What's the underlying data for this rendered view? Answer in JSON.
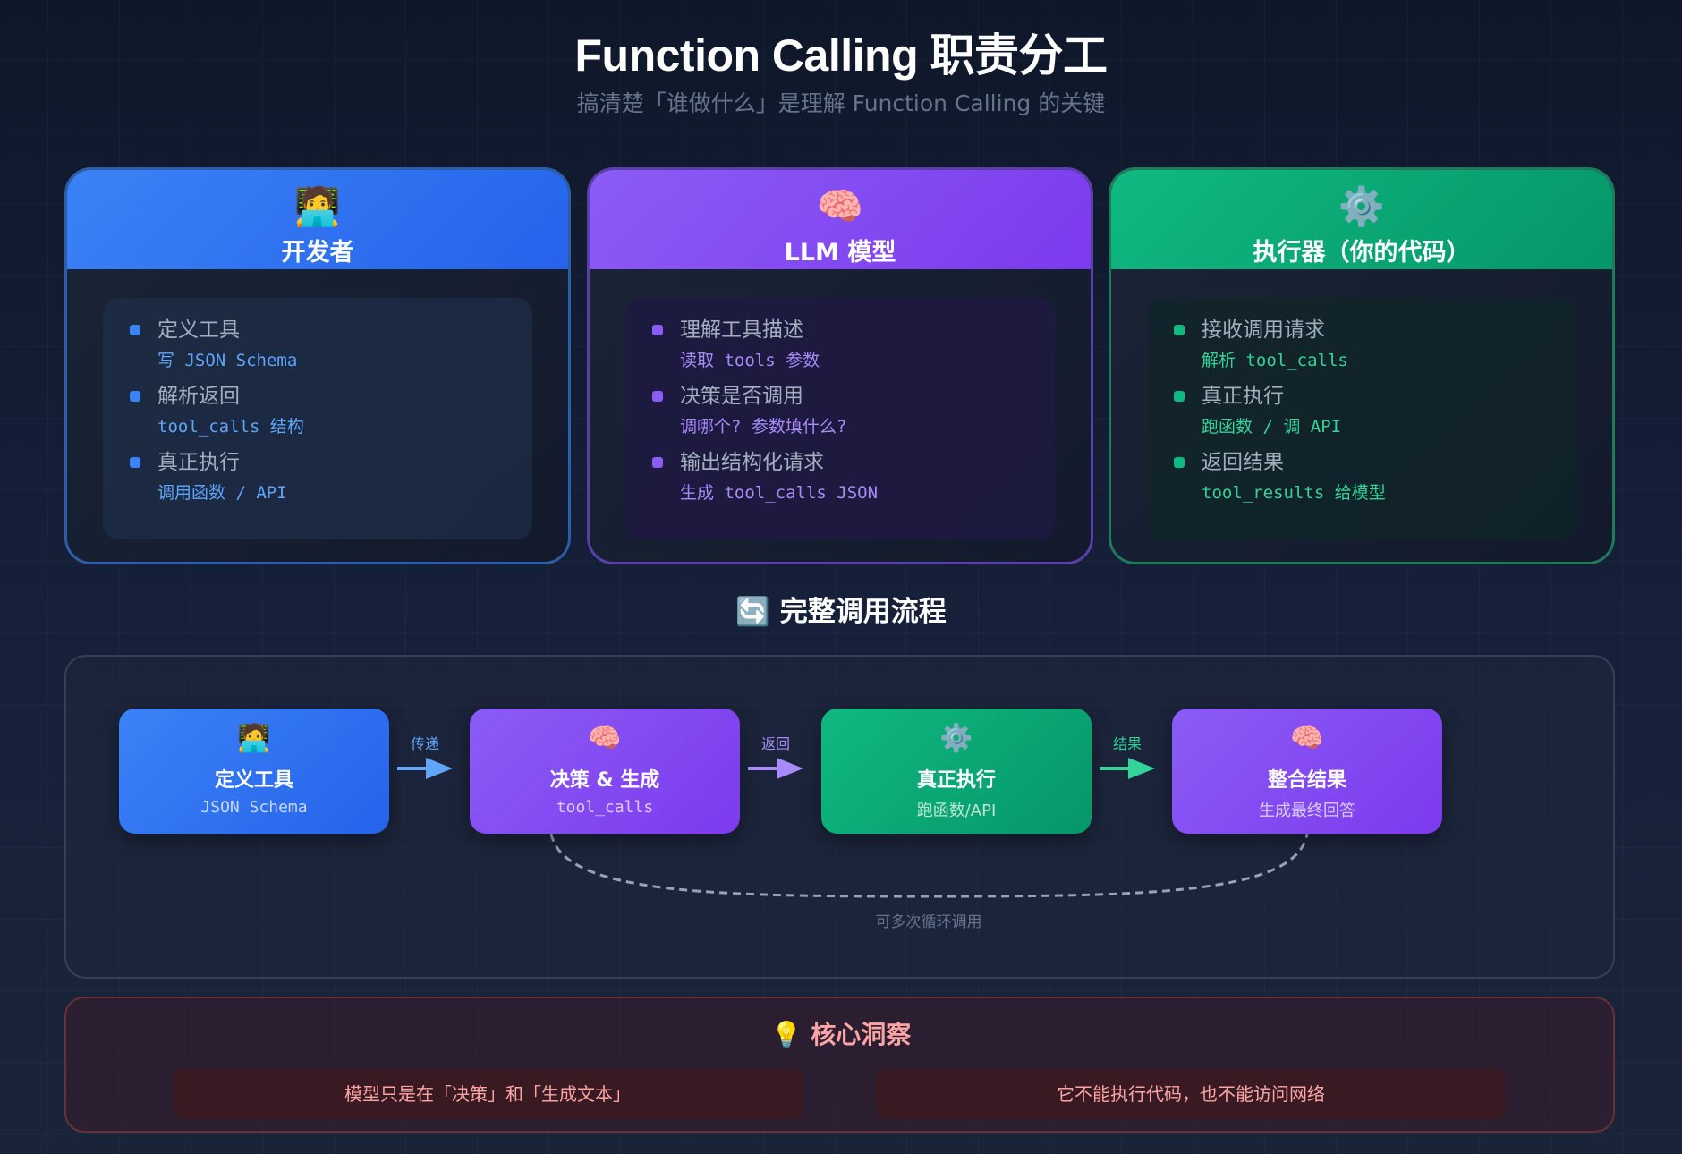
{
  "header": {
    "title": "Function Calling 职责分工",
    "subtitle": "搞清楚「谁做什么」是理解 Function Calling 的关键"
  },
  "roles": [
    {
      "icon": "🧑‍💻",
      "icon_name": "developer-icon",
      "title": "开发者",
      "accent": "#3b82f6",
      "items": [
        {
          "main": "定义工具",
          "sub": "写 JSON Schema"
        },
        {
          "main": "解析返回",
          "sub": "tool_calls 结构"
        },
        {
          "main": "真正执行",
          "sub": "调用函数 / API"
        }
      ]
    },
    {
      "icon": "🧠",
      "icon_name": "brain-icon",
      "title": "LLM 模型",
      "accent": "#8b5cf6",
      "items": [
        {
          "main": "理解工具描述",
          "sub": "读取 tools 参数"
        },
        {
          "main": "决策是否调用",
          "sub": "调哪个? 参数填什么?"
        },
        {
          "main": "输出结构化请求",
          "sub": "生成 tool_calls JSON"
        }
      ]
    },
    {
      "icon": "⚙️",
      "icon_name": "gear-icon",
      "title": "执行器（你的代码）",
      "accent": "#10b981",
      "items": [
        {
          "main": "接收调用请求",
          "sub": "解析 tool_calls"
        },
        {
          "main": "真正执行",
          "sub": "跑函数 / 调 API"
        },
        {
          "main": "返回结果",
          "sub": "tool_results 给模型"
        }
      ]
    }
  ],
  "flow": {
    "heading_icon": "🔄",
    "heading": "完整调用流程",
    "steps": [
      {
        "icon": "🧑‍💻",
        "title": "定义工具",
        "sub": "JSON Schema"
      },
      {
        "icon": "🧠",
        "title": "决策 & 生成",
        "sub": "tool_calls"
      },
      {
        "icon": "⚙️",
        "title": "真正执行",
        "sub": "跑函数/API"
      },
      {
        "icon": "🧠",
        "title": "整合结果",
        "sub": "生成最终回答"
      }
    ],
    "arrows": [
      {
        "label": "传递",
        "color": "#60a5fa"
      },
      {
        "label": "返回",
        "color": "#a78bfa"
      },
      {
        "label": "结果",
        "color": "#34d399"
      }
    ],
    "loop_label": "可多次循环调用"
  },
  "insight": {
    "icon": "💡",
    "title": "核心洞察",
    "points": [
      "模型只是在「决策」和「生成文本」",
      "它不能执行代码，也不能访问网络"
    ]
  }
}
